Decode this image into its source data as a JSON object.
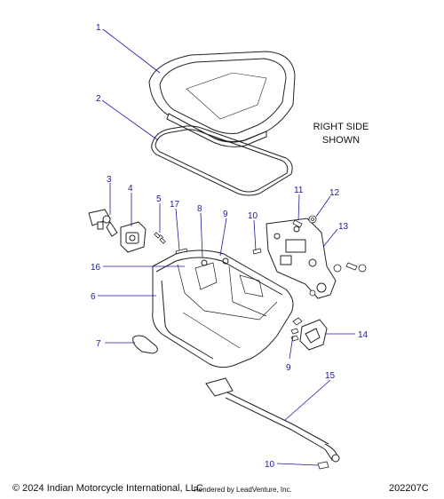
{
  "note": {
    "line1": "RIGHT SIDE",
    "line2": "SHOWN"
  },
  "footer": {
    "copyright": "© 2024 Indian Motorcycle International, LLC",
    "rendered_by": "Rendered by LeadVenture, Inc.",
    "diagram_code": "202207C"
  },
  "callouts": [
    {
      "id": "c1",
      "label": "1"
    },
    {
      "id": "c2",
      "label": "2"
    },
    {
      "id": "c3",
      "label": "3"
    },
    {
      "id": "c4",
      "label": "4"
    },
    {
      "id": "c5",
      "label": "5"
    },
    {
      "id": "c17",
      "label": "17"
    },
    {
      "id": "c8",
      "label": "8"
    },
    {
      "id": "c9a",
      "label": "9"
    },
    {
      "id": "c10a",
      "label": "10"
    },
    {
      "id": "c11",
      "label": "11"
    },
    {
      "id": "c12",
      "label": "12"
    },
    {
      "id": "c13",
      "label": "13"
    },
    {
      "id": "c16",
      "label": "16"
    },
    {
      "id": "c6",
      "label": "6"
    },
    {
      "id": "c14",
      "label": "14"
    },
    {
      "id": "c9b",
      "label": "9"
    },
    {
      "id": "c7",
      "label": "7"
    },
    {
      "id": "c15",
      "label": "15"
    },
    {
      "id": "c10b",
      "label": "10"
    }
  ],
  "colors": {
    "callout": "#1a1aa0",
    "line": "#222222",
    "leader": "#1a1aa0"
  }
}
